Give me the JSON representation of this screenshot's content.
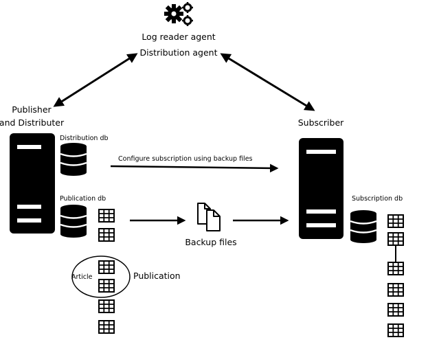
{
  "agents": {
    "line1": "Log reader agent",
    "line2": "Distribution agent",
    "icon": "gears-icon"
  },
  "publisher": {
    "line1": "Publisher",
    "line2": "and Distributer",
    "distribution_db": "Distribution db",
    "publication_db": "Publication db",
    "icon": "server-icon"
  },
  "subscriber": {
    "label": "Subscriber",
    "subscription_db": "Subscription db",
    "icon": "server-icon"
  },
  "flow": {
    "configure_label": "Configure subscription using backup files",
    "backup_label": "Backup files",
    "backup_icon": "files-icon"
  },
  "publication": {
    "article_label": "Article",
    "publication_label": "Publication"
  },
  "colors": {
    "ink": "#000000",
    "paper": "#ffffff"
  }
}
